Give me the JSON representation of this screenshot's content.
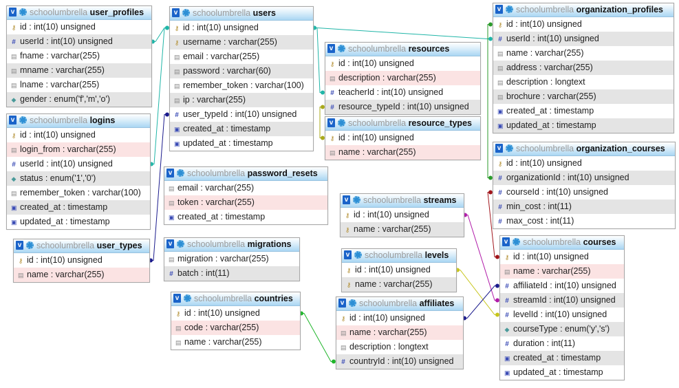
{
  "db_name": "schoolumbrella",
  "tables": [
    {
      "id": "user_profiles",
      "name": "user_profiles",
      "columns": [
        {
          "text": "id : int(10) unsigned",
          "icon": "key-icon"
        },
        {
          "text": "userId : int(10) unsigned",
          "icon": "hash-icon"
        },
        {
          "text": "fname : varchar(255)",
          "icon": "text-icon"
        },
        {
          "text": "mname : varchar(255)",
          "icon": "text-icon"
        },
        {
          "text": "lname : varchar(255)",
          "icon": "text-icon"
        },
        {
          "text": "gender : enum('f','m','o')",
          "icon": "enum-icon"
        }
      ]
    },
    {
      "id": "users",
      "name": "users",
      "columns": [
        {
          "text": "id : int(10) unsigned",
          "icon": "key-icon"
        },
        {
          "text": "username : varchar(255)",
          "icon": "key-icon"
        },
        {
          "text": "email : varchar(255)",
          "icon": "text-icon"
        },
        {
          "text": "password : varchar(60)",
          "icon": "text-icon"
        },
        {
          "text": "remember_token : varchar(100)",
          "icon": "text-icon"
        },
        {
          "text": "ip : varchar(255)",
          "icon": "text-icon"
        },
        {
          "text": "user_typeId : int(10) unsigned",
          "icon": "hash-icon"
        },
        {
          "text": "created_at : timestamp",
          "icon": "date-icon"
        },
        {
          "text": "updated_at : timestamp",
          "icon": "date-icon"
        }
      ]
    },
    {
      "id": "resources",
      "name": "resources",
      "columns": [
        {
          "text": "id : int(10) unsigned",
          "icon": "key-icon"
        },
        {
          "text": "description : varchar(255)",
          "icon": "text-icon"
        },
        {
          "text": "teacherId : int(10) unsigned",
          "icon": "hash-icon"
        },
        {
          "text": "resource_typeId : int(10) unsigned",
          "icon": "hash-icon"
        }
      ]
    },
    {
      "id": "resource_types",
      "name": "resource_types",
      "columns": [
        {
          "text": "id : int(10) unsigned",
          "icon": "key-icon"
        },
        {
          "text": "name : varchar(255)",
          "icon": "text-icon"
        }
      ]
    },
    {
      "id": "organization_profiles",
      "name": "organization_profiles",
      "columns": [
        {
          "text": "id : int(10) unsigned",
          "icon": "key-icon"
        },
        {
          "text": "userId : int(10) unsigned",
          "icon": "hash-icon"
        },
        {
          "text": "name : varchar(255)",
          "icon": "text-icon"
        },
        {
          "text": "address : varchar(255)",
          "icon": "text-icon"
        },
        {
          "text": "description : longtext",
          "icon": "text-icon"
        },
        {
          "text": "brochure : varchar(255)",
          "icon": "text-icon"
        },
        {
          "text": "created_at : timestamp",
          "icon": "date-icon"
        },
        {
          "text": "updated_at : timestamp",
          "icon": "date-icon"
        }
      ]
    },
    {
      "id": "organization_courses",
      "name": "organization_courses",
      "columns": [
        {
          "text": "id : int(10) unsigned",
          "icon": "key-icon"
        },
        {
          "text": "organizationId : int(10) unsigned",
          "icon": "hash-icon"
        },
        {
          "text": "courseId : int(10) unsigned",
          "icon": "hash-icon"
        },
        {
          "text": "min_cost : int(11)",
          "icon": "hash-icon"
        },
        {
          "text": "max_cost : int(11)",
          "icon": "hash-icon"
        }
      ]
    },
    {
      "id": "logins",
      "name": "logins",
      "columns": [
        {
          "text": "id : int(10) unsigned",
          "icon": "key-icon"
        },
        {
          "text": "login_from : varchar(255)",
          "icon": "text-icon"
        },
        {
          "text": "userId : int(10) unsigned",
          "icon": "hash-icon"
        },
        {
          "text": "status : enum('1','0')",
          "icon": "enum-icon"
        },
        {
          "text": "remember_token : varchar(100)",
          "icon": "text-icon"
        },
        {
          "text": "created_at : timestamp",
          "icon": "date-icon"
        },
        {
          "text": "updated_at : timestamp",
          "icon": "date-icon"
        }
      ]
    },
    {
      "id": "password_resets",
      "name": "password_resets",
      "columns": [
        {
          "text": "email : varchar(255)",
          "icon": "text-icon"
        },
        {
          "text": "token : varchar(255)",
          "icon": "text-icon"
        },
        {
          "text": "created_at : timestamp",
          "icon": "date-icon"
        }
      ]
    },
    {
      "id": "user_types",
      "name": "user_types",
      "columns": [
        {
          "text": "id : int(10) unsigned",
          "icon": "key-icon"
        },
        {
          "text": "name : varchar(255)",
          "icon": "text-icon"
        }
      ]
    },
    {
      "id": "migrations",
      "name": "migrations",
      "columns": [
        {
          "text": "migration : varchar(255)",
          "icon": "text-icon"
        },
        {
          "text": "batch : int(11)",
          "icon": "hash-icon"
        }
      ]
    },
    {
      "id": "streams",
      "name": "streams",
      "columns": [
        {
          "text": "id : int(10) unsigned",
          "icon": "key-icon"
        },
        {
          "text": "name : varchar(255)",
          "icon": "key-icon"
        }
      ]
    },
    {
      "id": "levels",
      "name": "levels",
      "columns": [
        {
          "text": "id : int(10) unsigned",
          "icon": "key-icon"
        },
        {
          "text": "name : varchar(255)",
          "icon": "key-icon"
        }
      ]
    },
    {
      "id": "countries",
      "name": "countries",
      "columns": [
        {
          "text": "id : int(10) unsigned",
          "icon": "key-icon"
        },
        {
          "text": "code : varchar(255)",
          "icon": "text-icon"
        },
        {
          "text": "name : varchar(255)",
          "icon": "text-icon"
        }
      ]
    },
    {
      "id": "affiliates",
      "name": "affiliates",
      "columns": [
        {
          "text": "id : int(10) unsigned",
          "icon": "key-icon"
        },
        {
          "text": "name : varchar(255)",
          "icon": "text-icon"
        },
        {
          "text": "description : longtext",
          "icon": "text-icon"
        },
        {
          "text": "countryId : int(10) unsigned",
          "icon": "hash-icon"
        }
      ]
    },
    {
      "id": "courses",
      "name": "courses",
      "columns": [
        {
          "text": "id : int(10) unsigned",
          "icon": "key-icon"
        },
        {
          "text": "name : varchar(255)",
          "icon": "text-icon"
        },
        {
          "text": "affiliateId : int(10) unsigned",
          "icon": "hash-icon"
        },
        {
          "text": "streamId : int(10) unsigned",
          "icon": "hash-icon"
        },
        {
          "text": "levelId : int(10) unsigned",
          "icon": "hash-icon"
        },
        {
          "text": "courseType : enum('y','s')",
          "icon": "enum-icon"
        },
        {
          "text": "duration : int(11)",
          "icon": "hash-icon"
        },
        {
          "text": "created_at : timestamp",
          "icon": "date-icon"
        },
        {
          "text": "updated_at : timestamp",
          "icon": "date-icon"
        }
      ]
    }
  ],
  "relations": [
    {
      "from": "user_profiles",
      "from_col": 1,
      "to": "users",
      "to_col": 0,
      "color": "#1fb5a7"
    },
    {
      "from": "logins",
      "from_col": 2,
      "to": "users",
      "to_col": 0,
      "color": "#1fb5a7"
    },
    {
      "from": "users",
      "from_col": 0,
      "to": "resources",
      "to_col": 2,
      "color": "#1fb5a7"
    },
    {
      "from": "users",
      "from_col": 0,
      "to": "organization_profiles",
      "to_col": 1,
      "color": "#1fb5a7"
    },
    {
      "from": "user_types",
      "from_col": 0,
      "to": "users",
      "to_col": 6,
      "color": "#1a1a8c"
    },
    {
      "from": "resource_types",
      "from_col": 0,
      "to": "resources",
      "to_col": 3,
      "color": "#a9a91a"
    },
    {
      "from": "organization_profiles",
      "from_col": 0,
      "to": "organization_courses",
      "to_col": 1,
      "color": "#2a9a2a"
    },
    {
      "from": "courses",
      "from_col": 0,
      "to": "organization_courses",
      "to_col": 2,
      "color": "#a0141a"
    },
    {
      "from": "streams",
      "from_col": 0,
      "to": "courses",
      "to_col": 3,
      "color": "#b01aa8"
    },
    {
      "from": "levels",
      "from_col": 0,
      "to": "courses",
      "to_col": 4,
      "color": "#c7c51a"
    },
    {
      "from": "affiliates",
      "from_col": 0,
      "to": "courses",
      "to_col": 2,
      "color": "#1a1a8c"
    },
    {
      "from": "countries",
      "from_col": 0,
      "to": "affiliates",
      "to_col": 3,
      "color": "#1fb52a"
    }
  ]
}
